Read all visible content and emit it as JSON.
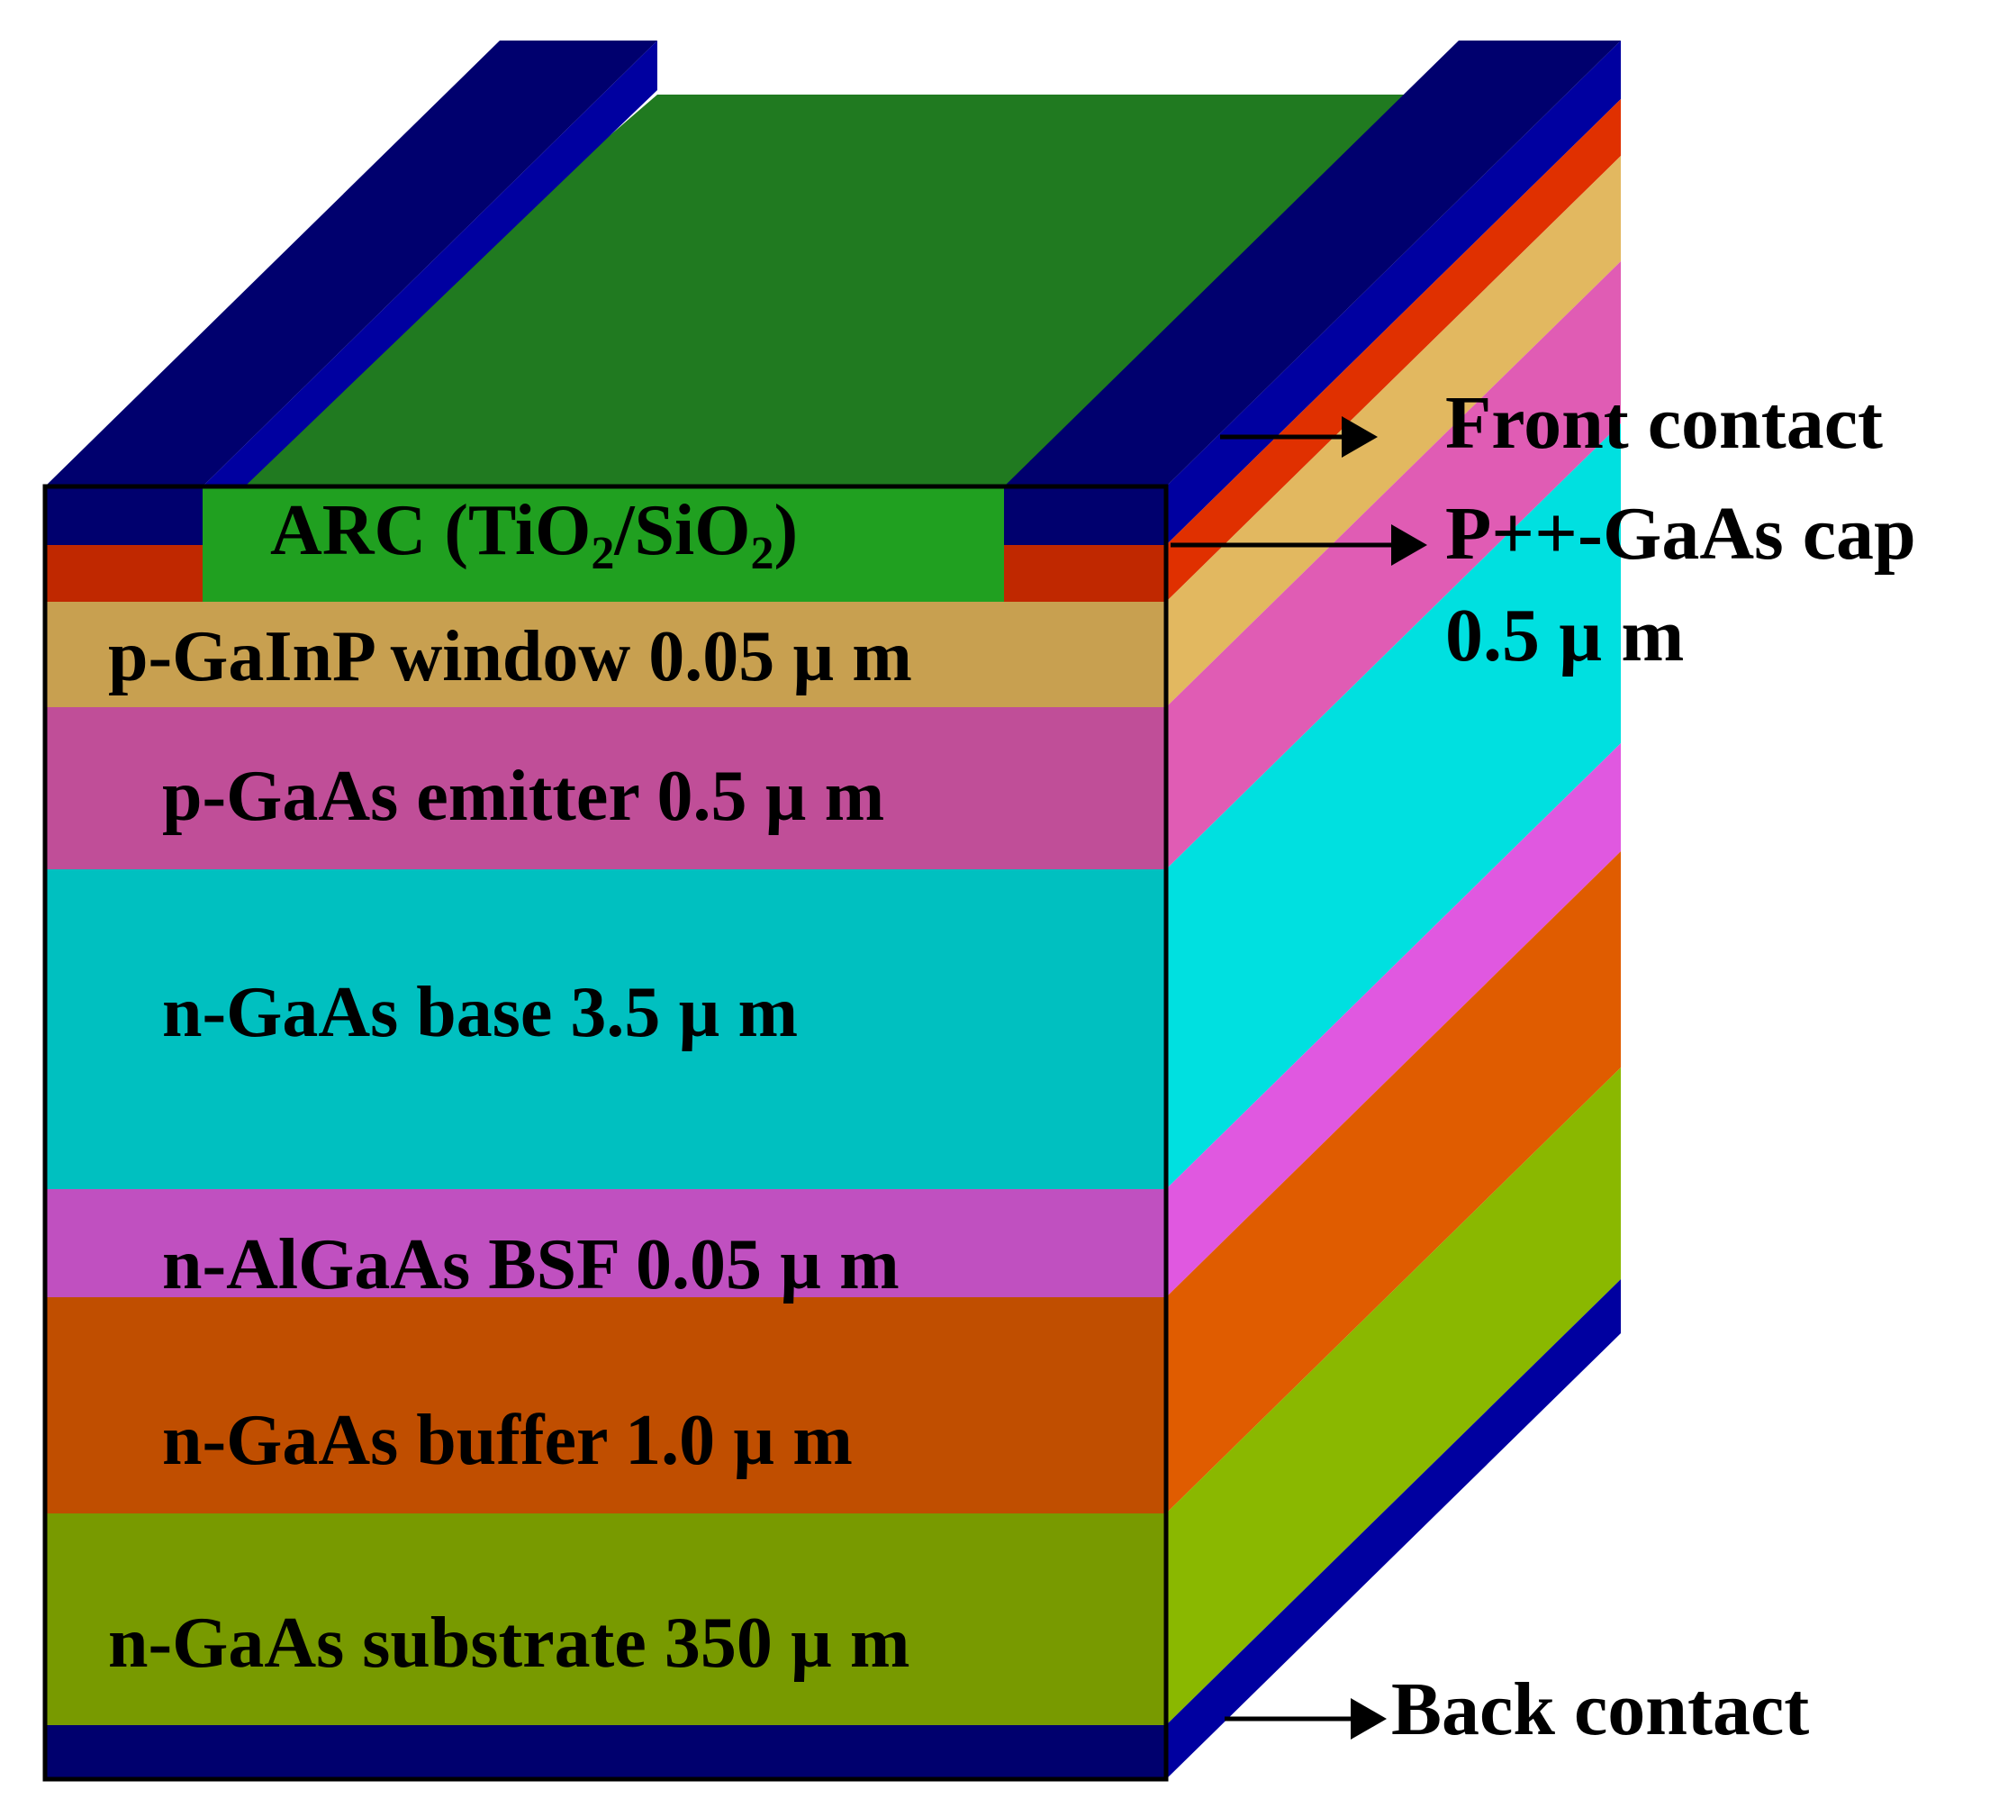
{
  "diagram": {
    "arc_label": {
      "prefix": "ARC (TiO",
      "sub1": "2",
      "mid": "/SiO",
      "sub2": "2",
      "suffix": ")"
    },
    "layers": [
      {
        "id": "window",
        "label": "p-GaInP window 0.05 µ m",
        "front_color": "#c8a050",
        "side_color": "#e2b860"
      },
      {
        "id": "emitter",
        "label": "p-GaAs emitter 0.5 µ m",
        "front_color": "#c04e98",
        "side_color": "#e05cb4"
      },
      {
        "id": "base",
        "label": "n-GaAs base 3.5 µ m",
        "front_color": "#00c0c0",
        "side_color": "#00e0e0"
      },
      {
        "id": "bsf",
        "label": "n-AlGaAs BSF 0.05 µ m",
        "front_color": "#c050c0",
        "side_color": "#e058e0"
      },
      {
        "id": "buffer",
        "label": "n-GaAs buffer 1.0 µ m",
        "front_color": "#c04e00",
        "side_color": "#e05c00"
      },
      {
        "id": "substrate",
        "label": "n-GaAs substrate 350 µ m",
        "front_color": "#789a00",
        "side_color": "#8ab800"
      }
    ],
    "callouts": {
      "front_contact": "Front contact",
      "cap_line1": "P++-GaAs cap",
      "cap_line2": "0.5 µ m",
      "back_contact": "Back contact"
    },
    "colors": {
      "contact_front": "#00006e",
      "contact_side": "#0000a0",
      "cap_front": "#c02800",
      "cap_side": "#e03000",
      "arc_front": "#20a020",
      "arc_top": "#207a20",
      "outline": "#000000"
    }
  }
}
